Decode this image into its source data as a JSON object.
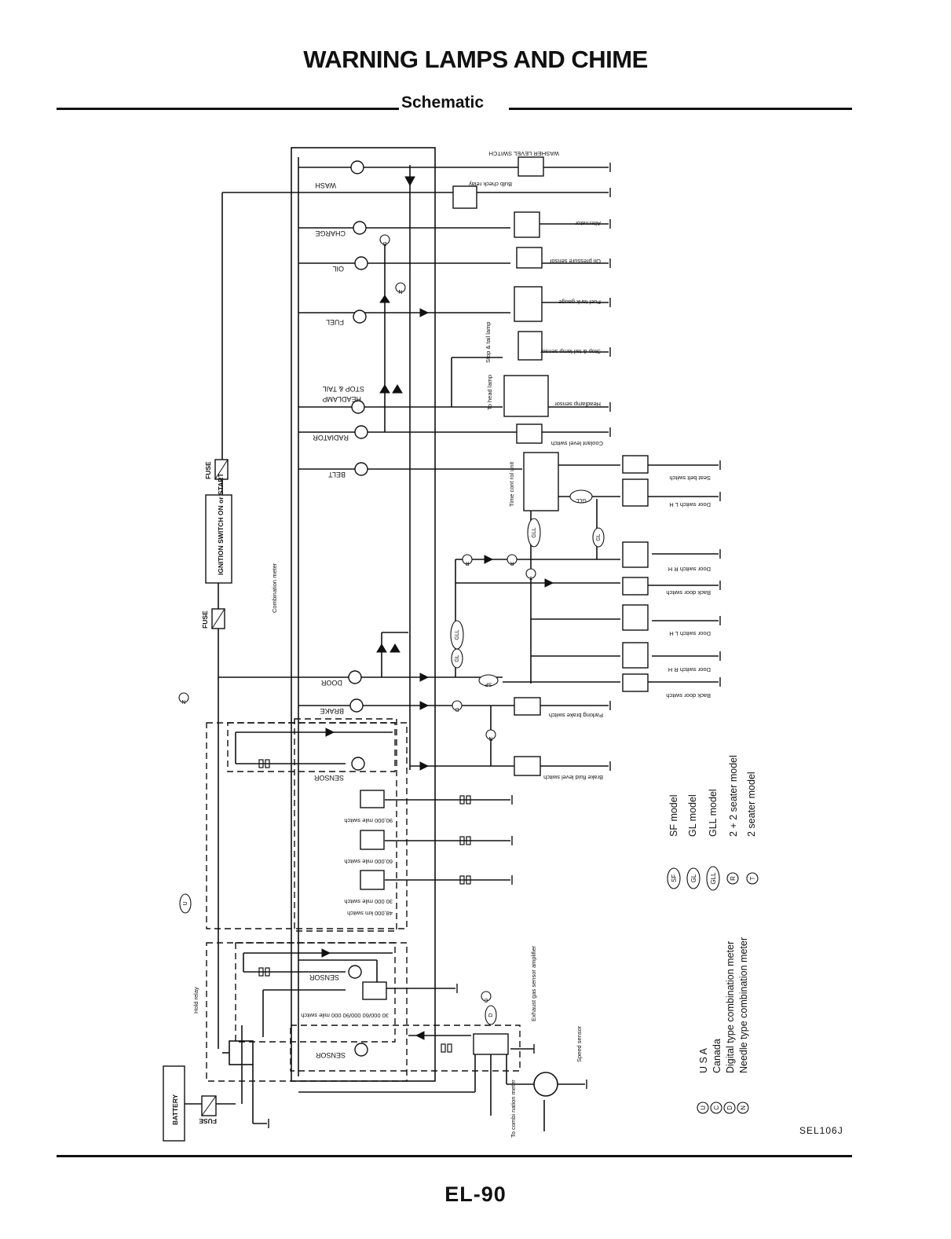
{
  "page": {
    "title": "WARNING LAMPS AND CHIME",
    "subtitle": "Schematic",
    "figure_code": "SEL106J",
    "page_number": "EL-90"
  },
  "lamps": [
    "WASH",
    "CHARGE",
    "OIL",
    "FUEL",
    "HEADLAMP",
    "STOP & TAIL",
    "RADIATOR",
    "BELT",
    "DOOR",
    "BRAKE",
    "SENSOR",
    "SENSOR",
    "SENSOR"
  ],
  "components": {
    "washer_level_switch": "WASHER LEVEL SWITCH",
    "bulb_check_relay": "Bulb check relay",
    "alternator": "Alternator",
    "oil_pressure_sensor": "Oil pressure sensor",
    "fuel_tank_gauge": "Fuel tank gauge",
    "stop_tail_lamp_sensor": "Stop & tail lamp sensor",
    "headlamp_sensor": "Headlamp sensor",
    "coolant_level_switch": "Coolant level switch",
    "seat_belt_switch": "Seat belt switch",
    "time_control_unit": "Time cont rol unit",
    "door_switch_lh": "Door switch L H",
    "door_switch_rh": "Door switch R H",
    "back_door_switch": "Back door switch",
    "parking_brake_switch": "Parking brake switch",
    "brake_fluid_level_switch": "Brake fluid level switch",
    "sw_90000": "90,000 mile switch",
    "sw_60000": "60,000 mile switch",
    "sw_30000": "30 000 mile switch",
    "sw_48000": "48,000 km switch",
    "sw_multi": "30 000/60 000/90 000 mile switch",
    "combination_meter": "Combination meter",
    "ignition_switch": "IGNITION SWITCH ON or START",
    "fuse": "FUSE",
    "battery": "BATTERY",
    "hold_relay": "Hold relay",
    "exhaust_gas_amp": "Exhaust gas sensor amplifier",
    "speed_sensor": "Speed sensor",
    "to_combination_meter": "To combi nation meter",
    "to_head_lamp": "To head lamp",
    "stop_tail_lamp_out": "Stop & tail lamp"
  },
  "marks": {
    "U": "U",
    "C": "C",
    "D": "D",
    "N": "N",
    "R": "R",
    "T": "T",
    "SF": "SF",
    "GL": "GL",
    "GLL": "GLL"
  },
  "legend": {
    "left": [
      {
        "symbol": "U",
        "text": "U S A"
      },
      {
        "symbol": "C",
        "text": "Canada"
      },
      {
        "symbol": "D",
        "text": "Digital type combination meter"
      },
      {
        "symbol": "N",
        "text": "Needle type combination meter"
      }
    ],
    "right": [
      {
        "symbol": "SF",
        "text": "SF model"
      },
      {
        "symbol": "GL",
        "text": "GL model"
      },
      {
        "symbol": "GLL",
        "text": "GLL model"
      },
      {
        "symbol": "R",
        "text": "2 + 2 seater model"
      },
      {
        "symbol": "T",
        "text": "2 seater model"
      }
    ]
  }
}
